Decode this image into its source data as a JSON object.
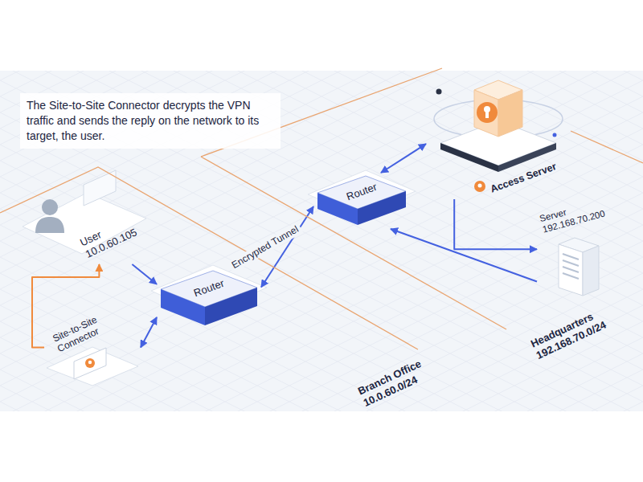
{
  "diagram": {
    "nodes": [
      {
        "text": [
          "Branch Office",
          "10.0.60.0/24"
        ]
      },
      {
        "text": [
          "Headquarters",
          "192.168.70.0/24"
        ]
      },
      {
        "text": [
          "User",
          "10.0.60.105"
        ],
        "in": 0
      },
      {
        "text": [
          "Router"
        ],
        "in": 0
      },
      {
        "text": [
          "Site-to-Site Connector"
        ],
        "in": 0
      },
      {
        "text": [
          "Router"
        ],
        "in": 1
      },
      {
        "text": [
          "Access Server"
        ],
        "in": 1
      },
      {
        "text": [
          "Server",
          "192.168.70.200"
        ],
        "in": 1
      }
    ],
    "edges": [
      {
        "from": 2,
        "to": 3,
        "arrow": "to"
      },
      {
        "from": 4,
        "to": 2,
        "arrow": "to"
      },
      {
        "from": 3,
        "to": 4,
        "arrow": "both"
      },
      {
        "from": 3,
        "to": 5,
        "arrow": "both",
        "label": "Encrypted Tunnel"
      },
      {
        "from": 5,
        "to": 6,
        "arrow": "both"
      },
      {
        "from": 6,
        "to": 7,
        "arrow": "to"
      },
      {
        "from": 7,
        "to": 5,
        "arrow": "to"
      }
    ],
    "labels": [
      "The Site-to-Site Connector decrypts the VPN traffic and sends the reply on the network to its target, the user."
    ]
  }
}
